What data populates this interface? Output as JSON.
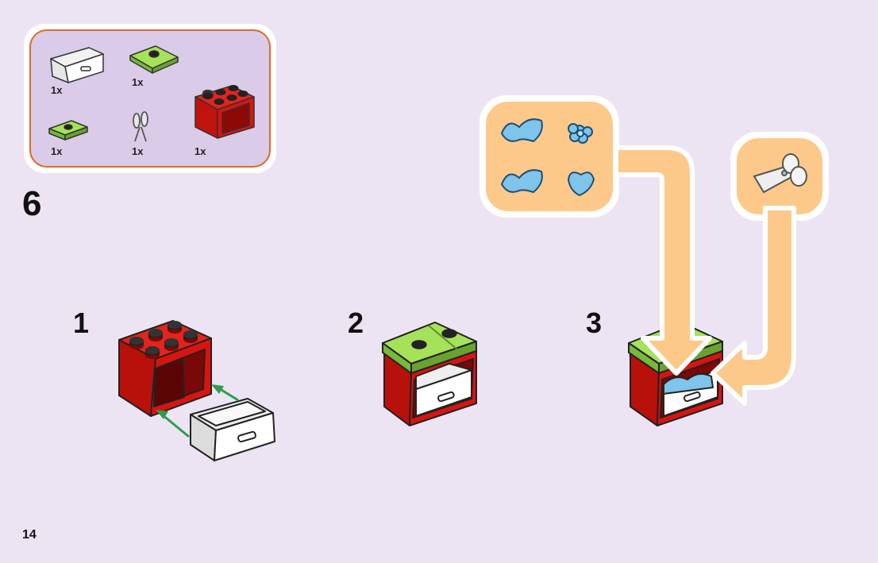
{
  "step": "6",
  "page_number": "14",
  "parts": [
    {
      "name": "drawer",
      "qty": "1x"
    },
    {
      "name": "green-plate-2x2",
      "qty": "1x"
    },
    {
      "name": "green-plate-1x2",
      "qty": "1x"
    },
    {
      "name": "scissors",
      "qty": "1x"
    },
    {
      "name": "red-cabinet",
      "qty": "1x"
    }
  ],
  "substeps": [
    "1",
    "2",
    "3"
  ],
  "colors": {
    "background": "#ece4f3",
    "parts_box": "#dacbe8",
    "parts_border": "#e0682a",
    "brick_red": "#d9140f",
    "plate_green": "#96d94b",
    "arrow_green": "#2e9e4c",
    "arrow_orange": "#fdc98a",
    "accessory_blue": "#7fc4ea"
  }
}
